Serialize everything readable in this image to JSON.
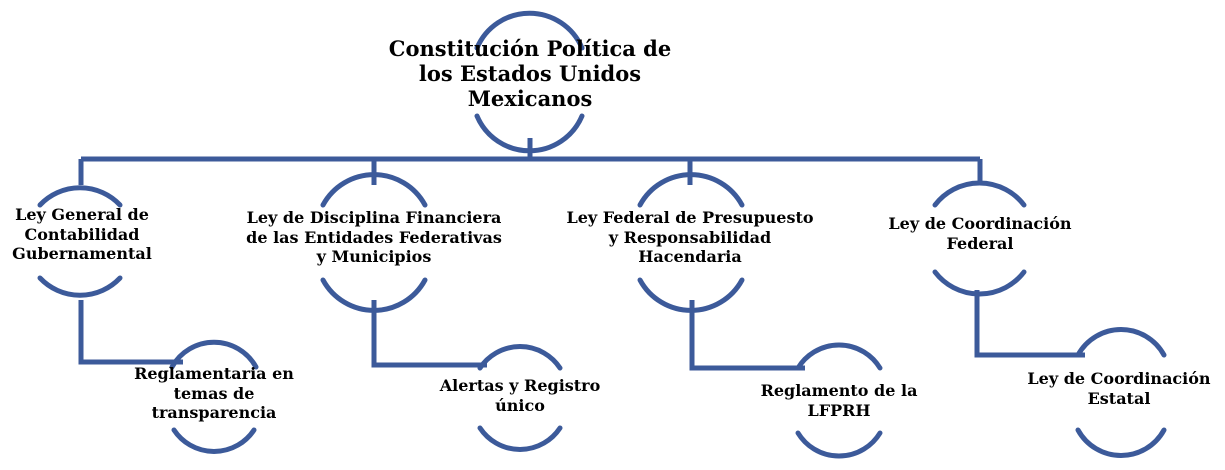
{
  "colors": {
    "line": "#3c5a9a",
    "text": "#000000",
    "background": "#ffffff"
  },
  "root": {
    "text": "Constitución Política de\nlos Estados Unidos\nMexicanos"
  },
  "laws": [
    {
      "text": "Ley General de\nContabilidad\nGubernamental",
      "child": {
        "text": "Reglamentaria en\ntemas de\ntransparencia"
      }
    },
    {
      "text": "Ley de Disciplina Financiera\nde las Entidades Federativas\ny Municipios",
      "child": {
        "text": "Alertas y Registro\núnico"
      }
    },
    {
      "text": "Ley Federal de Presupuesto\ny Responsabilidad\nHacendaria",
      "child": {
        "text": "Reglamento de la\nLFPRH"
      }
    },
    {
      "text": "Ley de Coordinación\nFederal",
      "child": {
        "text": "Ley de Coordinación\nEstatal"
      }
    }
  ]
}
